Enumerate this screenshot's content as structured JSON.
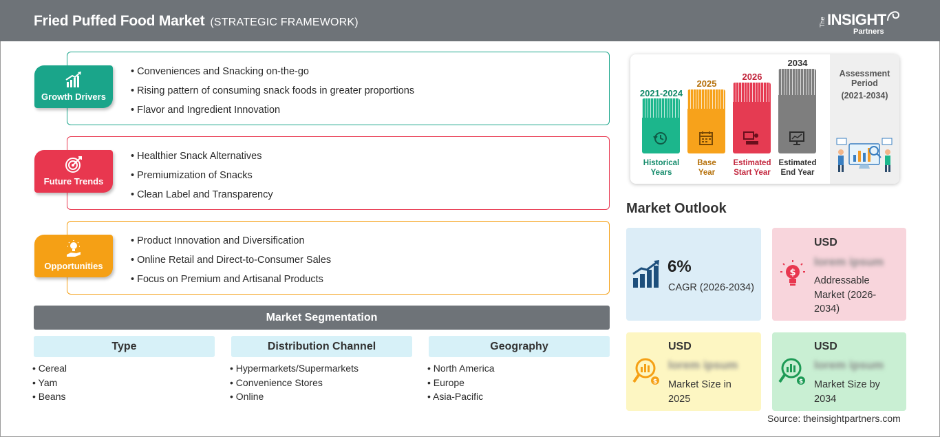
{
  "header": {
    "title": "Fried Puffed Food Market",
    "subtitle": "(STRATEGIC FRAMEWORK)",
    "logo_prefix": "The",
    "logo_main": "INSIGHT",
    "logo_sub": "Partners"
  },
  "framework": {
    "growth_drivers": {
      "label": "Growth Drivers",
      "color": "#1aa58a",
      "items": [
        "Conveniences and Snacking on-the-go",
        "Rising pattern of consuming snack foods in greater proportions",
        "Flavor and Ingredient Innovation"
      ]
    },
    "future_trends": {
      "label": "Future Trends",
      "color": "#e8374f",
      "items": [
        "Healthier Snack Alternatives",
        "Premiumization of Snacks",
        "Clean Label and Transparency"
      ]
    },
    "opportunities": {
      "label": "Opportunities",
      "color": "#f5a015",
      "items": [
        "Product Innovation and Diversification",
        "Online Retail and Direct-to-Consumer Sales",
        "Focus on Premium and Artisanal Products"
      ]
    }
  },
  "segmentation": {
    "title": "Market Segmentation",
    "columns": [
      {
        "title": "Type",
        "items": [
          "Cereal",
          "Yam",
          "Beans"
        ]
      },
      {
        "title": "Distribution Channel",
        "items": [
          "Hypermarkets/Supermarkets",
          "Convenience Stores",
          "Online"
        ]
      },
      {
        "title": "Geography",
        "items": [
          "North America",
          "Europe",
          "Asia-Pacific"
        ]
      }
    ]
  },
  "timeline": {
    "bars": [
      {
        "year": "2021-2024",
        "label_1": "Historical",
        "label_2": "Years",
        "color": "#1cb68c",
        "year_color": "#138a6a"
      },
      {
        "year": "2025",
        "label_1": "Base",
        "label_2": "Year",
        "color": "#f7a21b",
        "year_color": "#b5700a"
      },
      {
        "year": "2026",
        "label_1": "Estimated",
        "label_2": "Start Year",
        "color": "#e53b52",
        "year_color": "#c2253c"
      },
      {
        "year": "2034",
        "label_1": "Estimated",
        "label_2": "End Year",
        "color": "#7e7e7e",
        "year_color": "#333333"
      }
    ],
    "assessment_title": "Assessment Period",
    "assessment_range": "(2021-2034)"
  },
  "outlook": {
    "title": "Market Outlook",
    "cagr": {
      "value": "6%",
      "label": "CAGR (2026-2034)",
      "bg": "#dcedf7"
    },
    "addressable": {
      "currency": "USD",
      "value": "lorem ipsum",
      "label": "Addressable Market (2026-2034)",
      "bg": "#f8d5dc"
    },
    "size_2025": {
      "currency": "USD",
      "value": "lorem ipsum",
      "label": "Market Size in 2025",
      "bg": "#fdf6c2"
    },
    "size_2034": {
      "currency": "USD",
      "value": "lorem ipsum",
      "label": "Market Size by 2034",
      "bg": "#c9efd3"
    }
  },
  "source": "Source: theinsightpartners.com"
}
